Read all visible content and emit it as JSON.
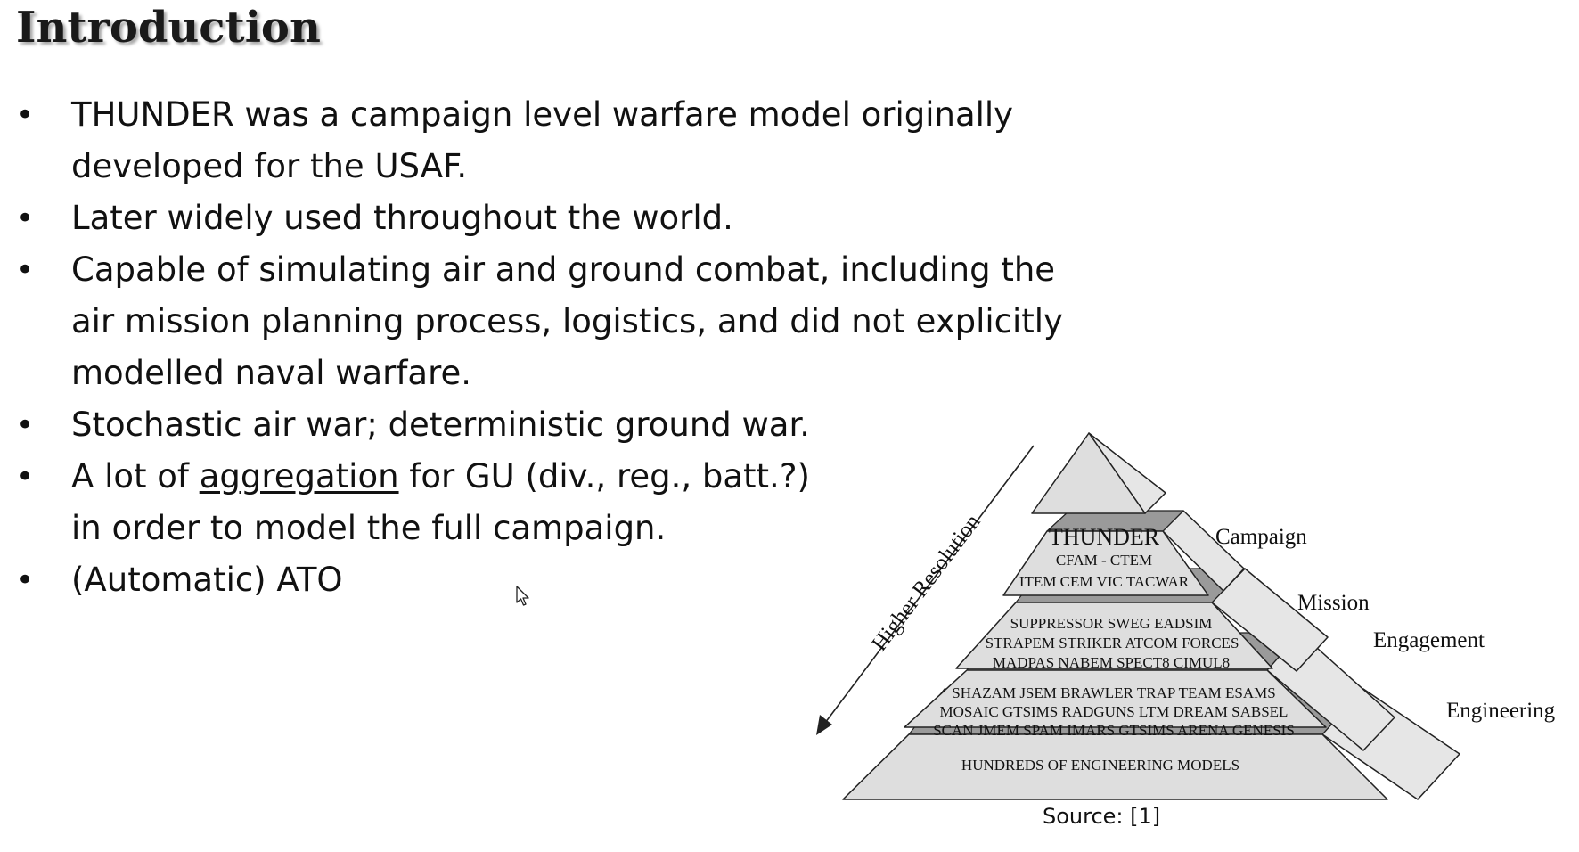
{
  "title": "Introduction",
  "bullets": [
    {
      "lines": [
        "THUNDER was a campaign level warfare model originally",
        "developed for the USAF."
      ]
    },
    {
      "lines": [
        "Later widely used throughout the world."
      ]
    },
    {
      "lines": [
        "Capable of simulating air and ground combat, including the",
        "air mission planning process, logistics, and did not explicitly",
        "modelled naval warfare."
      ]
    },
    {
      "lines": [
        "Stochastic air war; deterministic ground war."
      ]
    },
    {
      "line1_before": "A lot of ",
      "line1_underlined": "aggregation",
      "line1_after": " for GU (div., reg., batt.?)",
      "line2": "in order to model the full campaign."
    },
    {
      "lines": [
        "(Automatic) ATO"
      ]
    }
  ],
  "pyramid": {
    "axis_label": "Higher Resolution",
    "levels": [
      {
        "name": "Campaign",
        "title": "THUNDER",
        "lines": [
          "CFAM - CTEM",
          "ITEM  CEM  VIC TACWAR"
        ]
      },
      {
        "name": "Mission",
        "lines": [
          "SUPPRESSOR SWEG  EADSIM",
          "STRAPEM  STRIKER  ATCOM  FORCES",
          "MADPAS  NABEM  SPECT8  CIMUL8"
        ]
      },
      {
        "name": "Engagement",
        "lines": [
          "SHAZAM  JSEM BRAWLER  TRAP  TEAM ESAMS",
          "MOSAIC  GTSIMS  RADGUNS LTM  DREAM  SABSEL",
          "SCAN JMEM SPAM  IMARS  GTSIMS ARENA GENESIS"
        ]
      },
      {
        "name": "Engineering",
        "lines": [
          "HUNDREDS OF ENGINEERING MODELS"
        ]
      }
    ],
    "colors": {
      "face": "#dedede",
      "side": "#e6e6e6",
      "ledge": "#9a9a9a",
      "stroke": "#222222"
    }
  },
  "source": "Source: [1]"
}
